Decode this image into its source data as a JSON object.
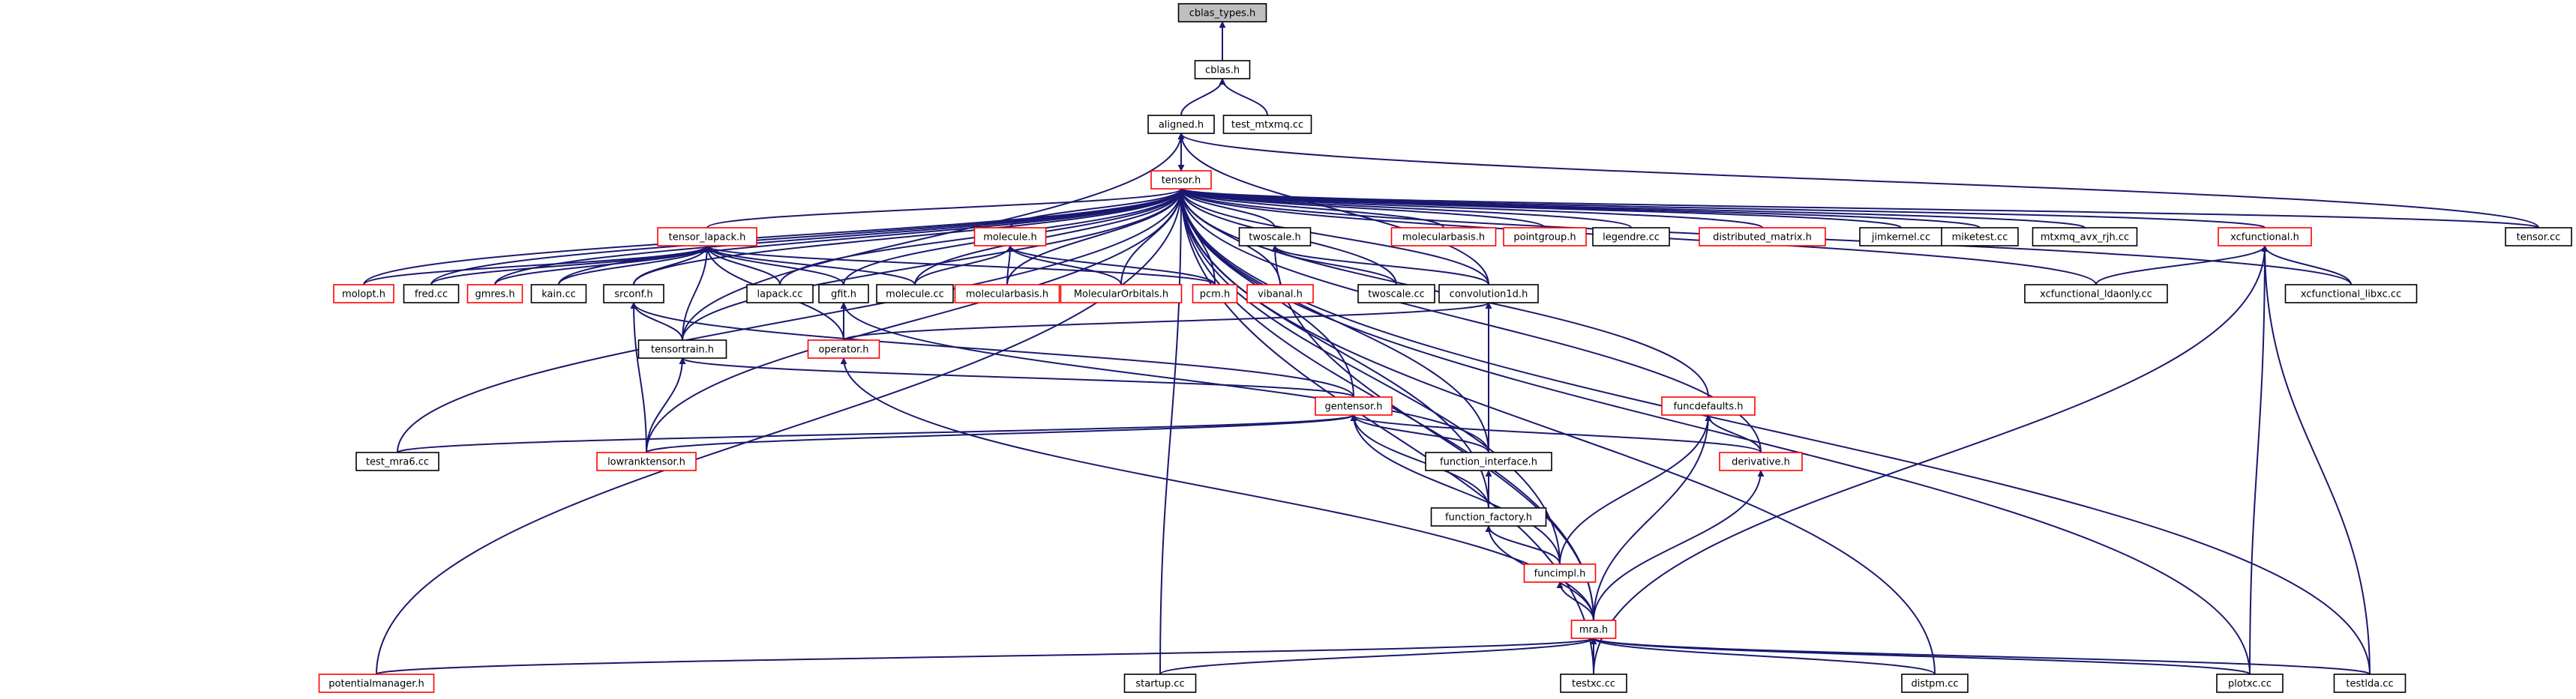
{
  "graph": {
    "style": {
      "edge_color": "#191970",
      "edge_arrow": "#191970",
      "border_normal": "#000000",
      "border_truncated": "#ff0000",
      "root_fill": "#bfbfbf",
      "fill": "#ffffff"
    },
    "nodes": [
      {
        "id": "cblas_types_h",
        "label": "cblas_types.h",
        "root": true
      },
      {
        "id": "cblas_h",
        "label": "cblas.h"
      },
      {
        "id": "aligned_h",
        "label": "aligned.h"
      },
      {
        "id": "test_mtxmq_cc",
        "label": "test_mtxmq.cc"
      },
      {
        "id": "tensor_h",
        "label": "tensor.h",
        "truncated": true
      },
      {
        "id": "tensor_cc",
        "label": "tensor.cc"
      },
      {
        "id": "tensor_lapack_h",
        "label": "tensor_lapack.h",
        "truncated": true
      },
      {
        "id": "molecule_h",
        "label": "molecule.h",
        "truncated": true
      },
      {
        "id": "twoscale_h",
        "label": "twoscale.h"
      },
      {
        "id": "molecularbasis_h_top",
        "label": "molecularbasis.h",
        "truncated": true
      },
      {
        "id": "pointgroup_h",
        "label": "pointgroup.h",
        "truncated": true
      },
      {
        "id": "legendre_cc",
        "label": "legendre.cc"
      },
      {
        "id": "distributed_matrix_h",
        "label": "distributed_matrix.h",
        "truncated": true
      },
      {
        "id": "jimkernel_cc",
        "label": "jimkernel.cc"
      },
      {
        "id": "miketest_cc",
        "label": "miketest.cc"
      },
      {
        "id": "mtxmq_avx_rjh_cc",
        "label": "mtxmq_avx_rjh.cc"
      },
      {
        "id": "xcfunctional_h",
        "label": "xcfunctional.h",
        "truncated": true
      },
      {
        "id": "molopt_h",
        "label": "molopt.h",
        "truncated": true
      },
      {
        "id": "fred_cc",
        "label": "fred.cc"
      },
      {
        "id": "gmres_h",
        "label": "gmres.h",
        "truncated": true
      },
      {
        "id": "kain_cc",
        "label": "kain.cc"
      },
      {
        "id": "srconf_h",
        "label": "srconf.h"
      },
      {
        "id": "lapack_cc",
        "label": "lapack.cc"
      },
      {
        "id": "gfit_h",
        "label": "gfit.h"
      },
      {
        "id": "molecule_cc",
        "label": "molecule.cc"
      },
      {
        "id": "molecularbasis_h_mid",
        "label": "molecularbasis.h",
        "truncated": true
      },
      {
        "id": "MolecularOrbitals_h",
        "label": "MolecularOrbitals.h",
        "truncated": true
      },
      {
        "id": "pcm_h",
        "label": "pcm.h",
        "truncated": true
      },
      {
        "id": "vibanal_h",
        "label": "vibanal.h",
        "truncated": true
      },
      {
        "id": "twoscale_cc",
        "label": "twoscale.cc"
      },
      {
        "id": "convolution1d_h",
        "label": "convolution1d.h"
      },
      {
        "id": "xcfunctional_ldaonly_cc",
        "label": "xcfunctional_ldaonly.cc"
      },
      {
        "id": "xcfunctional_libxc_cc",
        "label": "xcfunctional_libxc.cc"
      },
      {
        "id": "tensortrain_h",
        "label": "tensortrain.h"
      },
      {
        "id": "operator_h",
        "label": "operator.h",
        "truncated": true
      },
      {
        "id": "gentensor_h",
        "label": "gentensor.h",
        "truncated": true
      },
      {
        "id": "funcdefaults_h",
        "label": "funcdefaults.h",
        "truncated": true
      },
      {
        "id": "test_mra6_cc",
        "label": "test_mra6.cc"
      },
      {
        "id": "lowranktensor_h",
        "label": "lowranktensor.h",
        "truncated": true
      },
      {
        "id": "function_interface_h",
        "label": "function_interface.h"
      },
      {
        "id": "derivative_h",
        "label": "derivative.h",
        "truncated": true
      },
      {
        "id": "function_factory_h",
        "label": "function_factory.h"
      },
      {
        "id": "funcimpl_h",
        "label": "funcimpl.h",
        "truncated": true
      },
      {
        "id": "mra_h",
        "label": "mra.h",
        "truncated": true
      },
      {
        "id": "potentialmanager_h",
        "label": "potentialmanager.h",
        "truncated": true
      },
      {
        "id": "startup_cc",
        "label": "startup.cc"
      },
      {
        "id": "testxc_cc",
        "label": "testxc.cc"
      },
      {
        "id": "distpm_cc",
        "label": "distpm.cc"
      },
      {
        "id": "plotxc_cc",
        "label": "plotxc.cc"
      },
      {
        "id": "testlda_cc",
        "label": "testlda.cc"
      }
    ],
    "edges": [
      [
        "cblas_h",
        "cblas_types_h"
      ],
      [
        "aligned_h",
        "cblas_h"
      ],
      [
        "test_mtxmq_cc",
        "cblas_h"
      ],
      [
        "tensor_h",
        "aligned_h"
      ],
      [
        "aligned_h",
        "tensor_h"
      ],
      [
        "tensortrain_h",
        "aligned_h"
      ],
      [
        "tensor_cc",
        "aligned_h"
      ],
      [
        "convolution1d_h",
        "aligned_h"
      ],
      [
        "tensor_cc",
        "tensor_h"
      ],
      [
        "tensor_lapack_h",
        "tensor_h"
      ],
      [
        "molecule_h",
        "tensor_h"
      ],
      [
        "twoscale_h",
        "tensor_h"
      ],
      [
        "molecularbasis_h_top",
        "tensor_h"
      ],
      [
        "pointgroup_h",
        "tensor_h"
      ],
      [
        "legendre_cc",
        "tensor_h"
      ],
      [
        "distributed_matrix_h",
        "tensor_h"
      ],
      [
        "jimkernel_cc",
        "tensor_h"
      ],
      [
        "miketest_cc",
        "tensor_h"
      ],
      [
        "mtxmq_avx_rjh_cc",
        "tensor_h"
      ],
      [
        "xcfunctional_h",
        "tensor_h"
      ],
      [
        "molopt_h",
        "tensor_h"
      ],
      [
        "fred_cc",
        "tensor_h"
      ],
      [
        "gmres_h",
        "tensor_h"
      ],
      [
        "kain_cc",
        "tensor_h"
      ],
      [
        "srconf_h",
        "tensor_h"
      ],
      [
        "lapack_cc",
        "tensor_h"
      ],
      [
        "gfit_h",
        "tensor_h"
      ],
      [
        "molecule_cc",
        "tensor_h"
      ],
      [
        "molecularbasis_h_mid",
        "tensor_h"
      ],
      [
        "MolecularOrbitals_h",
        "tensor_h"
      ],
      [
        "pcm_h",
        "tensor_h"
      ],
      [
        "vibanal_h",
        "tensor_h"
      ],
      [
        "twoscale_cc",
        "tensor_h"
      ],
      [
        "convolution1d_h",
        "tensor_h"
      ],
      [
        "xcfunctional_ldaonly_cc",
        "tensor_h"
      ],
      [
        "xcfunctional_libxc_cc",
        "tensor_h"
      ],
      [
        "tensortrain_h",
        "tensor_h"
      ],
      [
        "gentensor_h",
        "tensor_h"
      ],
      [
        "funcdefaults_h",
        "tensor_h"
      ],
      [
        "test_mra6_cc",
        "tensor_h"
      ],
      [
        "lowranktensor_h",
        "tensor_h"
      ],
      [
        "function_interface_h",
        "tensor_h"
      ],
      [
        "derivative_h",
        "tensor_h"
      ],
      [
        "function_factory_h",
        "tensor_h"
      ],
      [
        "funcimpl_h",
        "tensor_h"
      ],
      [
        "mra_h",
        "tensor_h"
      ],
      [
        "potentialmanager_h",
        "tensor_h"
      ],
      [
        "startup_cc",
        "tensor_h"
      ],
      [
        "testxc_cc",
        "tensor_h"
      ],
      [
        "distpm_cc",
        "tensor_h"
      ],
      [
        "plotxc_cc",
        "tensor_h"
      ],
      [
        "testlda_cc",
        "tensor_h"
      ],
      [
        "molopt_h",
        "tensor_lapack_h"
      ],
      [
        "fred_cc",
        "tensor_lapack_h"
      ],
      [
        "gmres_h",
        "tensor_lapack_h"
      ],
      [
        "kain_cc",
        "tensor_lapack_h"
      ],
      [
        "srconf_h",
        "tensor_lapack_h"
      ],
      [
        "lapack_cc",
        "tensor_lapack_h"
      ],
      [
        "gfit_h",
        "tensor_lapack_h"
      ],
      [
        "molecule_cc",
        "tensor_lapack_h"
      ],
      [
        "tensortrain_h",
        "tensor_lapack_h"
      ],
      [
        "operator_h",
        "tensor_lapack_h"
      ],
      [
        "pcm_h",
        "tensor_lapack_h"
      ],
      [
        "molecule_cc",
        "molecule_h"
      ],
      [
        "molecularbasis_h_mid",
        "molecule_h"
      ],
      [
        "MolecularOrbitals_h",
        "molecule_h"
      ],
      [
        "pcm_h",
        "molecule_h"
      ],
      [
        "twoscale_cc",
        "twoscale_h"
      ],
      [
        "convolution1d_h",
        "twoscale_h"
      ],
      [
        "mra_h",
        "twoscale_h"
      ],
      [
        "xcfunctional_ldaonly_cc",
        "xcfunctional_h"
      ],
      [
        "xcfunctional_libxc_cc",
        "xcfunctional_h"
      ],
      [
        "testxc_cc",
        "xcfunctional_h"
      ],
      [
        "plotxc_cc",
        "xcfunctional_h"
      ],
      [
        "testlda_cc",
        "xcfunctional_h"
      ],
      [
        "tensortrain_h",
        "srconf_h"
      ],
      [
        "lowranktensor_h",
        "srconf_h"
      ],
      [
        "gentensor_h",
        "srconf_h"
      ],
      [
        "operator_h",
        "gfit_h"
      ],
      [
        "function_interface_h",
        "gfit_h"
      ],
      [
        "operator_h",
        "convolution1d_h"
      ],
      [
        "function_interface_h",
        "convolution1d_h"
      ],
      [
        "gentensor_h",
        "tensortrain_h"
      ],
      [
        "lowranktensor_h",
        "tensortrain_h"
      ],
      [
        "mra_h",
        "operator_h"
      ],
      [
        "test_mra6_cc",
        "gentensor_h"
      ],
      [
        "lowranktensor_h",
        "gentensor_h"
      ],
      [
        "function_interface_h",
        "gentensor_h"
      ],
      [
        "function_factory_h",
        "gentensor_h"
      ],
      [
        "funcimpl_h",
        "gentensor_h"
      ],
      [
        "derivative_h",
        "gentensor_h"
      ],
      [
        "derivative_h",
        "funcdefaults_h"
      ],
      [
        "funcimpl_h",
        "funcdefaults_h"
      ],
      [
        "mra_h",
        "funcdefaults_h"
      ],
      [
        "function_factory_h",
        "function_interface_h"
      ],
      [
        "funcimpl_h",
        "function_factory_h"
      ],
      [
        "mra_h",
        "function_factory_h"
      ],
      [
        "mra_h",
        "funcimpl_h"
      ],
      [
        "mra_h",
        "derivative_h"
      ],
      [
        "potentialmanager_h",
        "mra_h"
      ],
      [
        "startup_cc",
        "mra_h"
      ],
      [
        "testxc_cc",
        "mra_h"
      ],
      [
        "distpm_cc",
        "mra_h"
      ],
      [
        "plotxc_cc",
        "mra_h"
      ],
      [
        "testlda_cc",
        "mra_h"
      ]
    ]
  }
}
